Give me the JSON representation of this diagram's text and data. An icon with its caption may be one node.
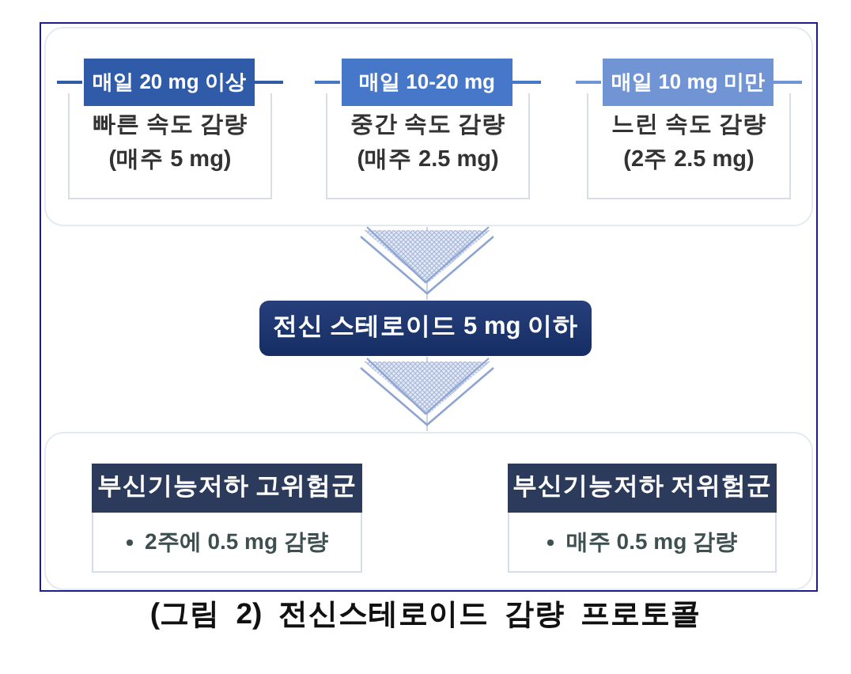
{
  "diagram": {
    "caption": "(그림 2) 전신스테로이드 감량 프로토콜",
    "nodes": [
      {
        "text": [],
        "shape": "box"
      },
      {
        "text": [
          "매일 20 mg 이상",
          "빠른 속도 감량 (매주 5 mg)"
        ],
        "in": 0
      },
      {
        "text": [
          "매일 10-20 mg",
          "중간 속도 감량 (매주 2.5 mg)"
        ],
        "in": 0
      },
      {
        "text": [
          "매일 10 mg 미만",
          "느린 속도 감량 (2주 2.5 mg)"
        ],
        "in": 0
      },
      {
        "text": [
          "전신 스테로이드 5 mg 이하"
        ]
      },
      {
        "text": [],
        "shape": "box"
      },
      {
        "text": [
          "부신기능저하 고위험군",
          "2주에 0.5 mg 감량"
        ],
        "in": 5
      },
      {
        "text": [
          "부신기능저하 저위험군",
          "매주 0.5 mg 감량"
        ],
        "in": 5
      }
    ],
    "edges": [
      {
        "from": 0,
        "to": 4,
        "arrow": "to"
      },
      {
        "from": 4,
        "to": 5,
        "arrow": "to"
      }
    ]
  }
}
